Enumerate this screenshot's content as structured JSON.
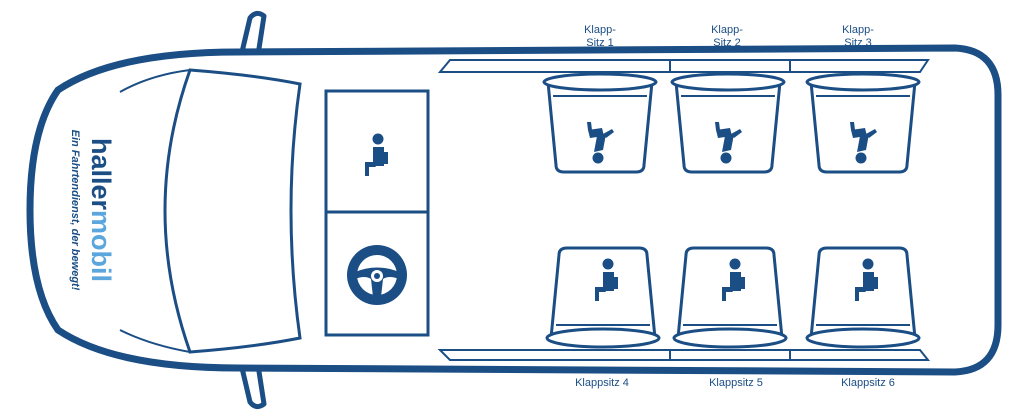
{
  "brand": {
    "name_part1": "haller",
    "name_part2": "mobil",
    "slogan": "Ein Fahrtendienst, der bewegt!"
  },
  "seats_top": [
    {
      "label_line1": "Klapp-",
      "label_line2": "Sitz 1"
    },
    {
      "label_line1": "Klapp-",
      "label_line2": "Sitz 2"
    },
    {
      "label_line1": "Klapp-",
      "label_line2": "Sitz 3"
    }
  ],
  "seats_bottom": [
    {
      "label": "Klappsitz 4"
    },
    {
      "label": "Klappsitz 5"
    },
    {
      "label": "Klappsitz 6"
    }
  ],
  "colors": {
    "outline": "#1b4e85",
    "brand_light": "#5aa6dd",
    "background": "#ffffff"
  },
  "icons": [
    "passenger-seated-icon",
    "passenger-reclined-icon",
    "steering-wheel-icon"
  ]
}
